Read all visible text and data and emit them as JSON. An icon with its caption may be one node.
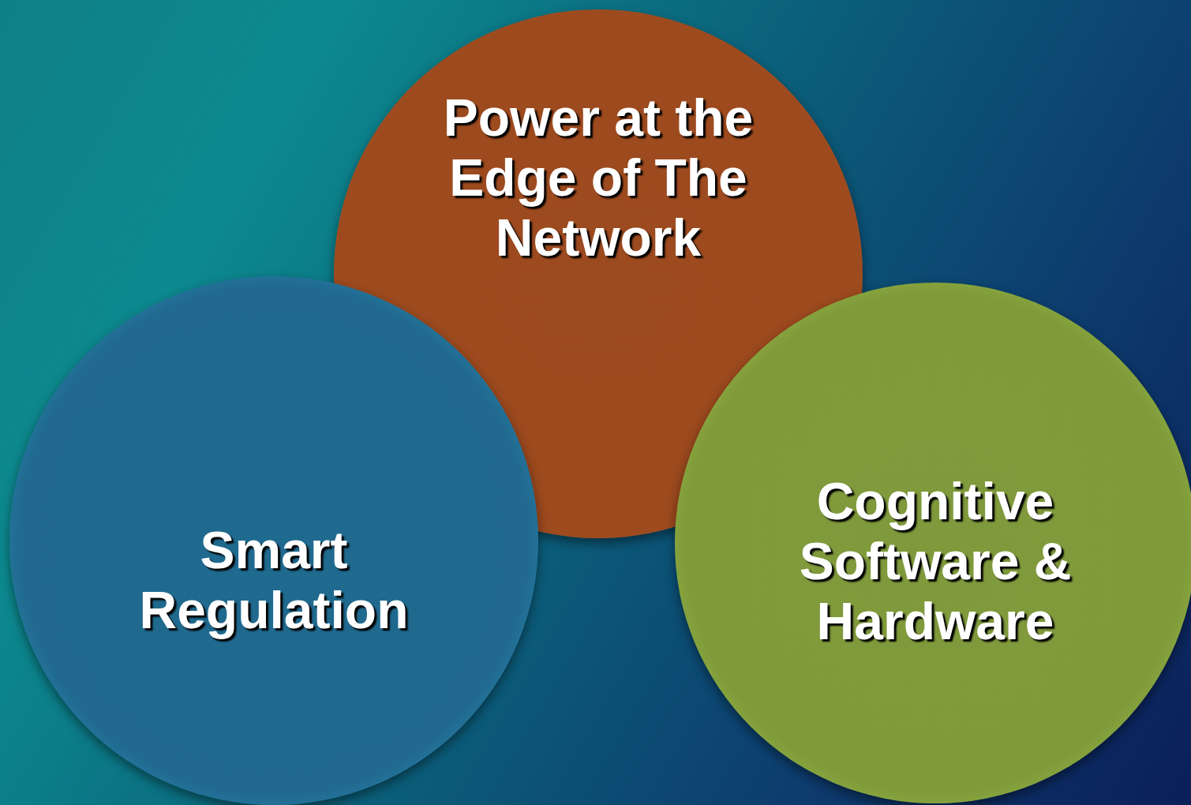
{
  "diagram": {
    "nodes": [
      {
        "text": [
          "Power at the Edge of The Network"
        ]
      },
      {
        "text": [
          "Smart Regulation"
        ]
      },
      {
        "text": [
          "Cognitive Software & Hardware"
        ]
      }
    ]
  }
}
